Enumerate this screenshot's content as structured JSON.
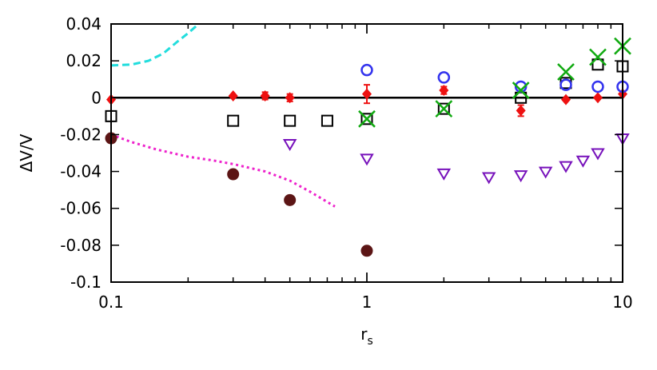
{
  "chart_data": {
    "type": "scatter",
    "title": "",
    "xlabel": "r",
    "xlabel_sub": "s",
    "ylabel": "ΔV/V",
    "xscale": "log",
    "xlim": [
      0.1,
      10
    ],
    "ylim": [
      -0.1,
      0.04
    ],
    "xticks": [
      "0.1",
      "1",
      "10"
    ],
    "yticks": [
      "0.04",
      "0.02",
      "0",
      "-0.02",
      "-0.04",
      "-0.06",
      "-0.08",
      "-0.1"
    ],
    "grid": false,
    "legend": "none",
    "zero_line": true,
    "series": [
      {
        "marker": "diamond",
        "color": "#ee1111",
        "points": [
          [
            0.1,
            -0.001
          ],
          [
            0.3,
            0.001
          ],
          [
            0.4,
            0.001
          ],
          [
            0.5,
            0.0
          ],
          [
            1,
            0.002
          ],
          [
            2,
            0.004
          ],
          [
            4,
            -0.007
          ],
          [
            6,
            -0.001
          ],
          [
            8,
            0.0
          ],
          [
            10,
            0.002
          ]
        ],
        "err": [
          0,
          0,
          0.002,
          0.002,
          0.005,
          0.002,
          0.003,
          0,
          0,
          0
        ]
      },
      {
        "marker": "open-square",
        "color": "#000000",
        "points": [
          [
            0.1,
            -0.01
          ],
          [
            0.3,
            -0.0125
          ],
          [
            0.5,
            -0.0125
          ],
          [
            0.7,
            -0.0125
          ],
          [
            1,
            -0.0115
          ],
          [
            2,
            -0.006
          ],
          [
            4,
            0.0
          ],
          [
            6,
            0.008
          ],
          [
            8,
            0.018
          ],
          [
            10,
            0.017
          ]
        ]
      },
      {
        "marker": "open-circle",
        "color": "#3333ee",
        "points": [
          [
            1,
            0.015
          ],
          [
            2,
            0.011
          ],
          [
            4,
            0.006
          ],
          [
            6,
            0.007
          ],
          [
            8,
            0.006
          ],
          [
            10,
            0.006
          ]
        ]
      },
      {
        "marker": "cross",
        "color": "#11aa11",
        "points": [
          [
            1,
            -0.0115
          ],
          [
            2,
            -0.006
          ],
          [
            4,
            0.004
          ],
          [
            6,
            0.014
          ],
          [
            8,
            0.022
          ],
          [
            10,
            0.028
          ]
        ]
      },
      {
        "marker": "open-triangle-down",
        "color": "#7711bb",
        "points": [
          [
            0.5,
            -0.025
          ],
          [
            1,
            -0.033
          ],
          [
            2,
            -0.041
          ],
          [
            3,
            -0.043
          ],
          [
            4,
            -0.042
          ],
          [
            5,
            -0.04
          ],
          [
            6,
            -0.037
          ],
          [
            7,
            -0.034
          ],
          [
            8,
            -0.03
          ],
          [
            10,
            -0.022
          ]
        ]
      },
      {
        "marker": "filled-circle",
        "color": "#5c1515",
        "points": [
          [
            0.1,
            -0.022
          ],
          [
            0.3,
            -0.0415
          ],
          [
            0.5,
            -0.0555
          ],
          [
            1,
            -0.083
          ]
        ]
      }
    ],
    "curves": [
      {
        "style": "dashed",
        "color": "#22dddd",
        "points": [
          [
            0.1,
            0.0175
          ],
          [
            0.12,
            0.018
          ],
          [
            0.14,
            0.02
          ],
          [
            0.16,
            0.024
          ],
          [
            0.18,
            0.03
          ],
          [
            0.2,
            0.035
          ],
          [
            0.22,
            0.04
          ]
        ]
      },
      {
        "style": "dotted",
        "color": "#ee22cc",
        "points": [
          [
            0.1,
            -0.02
          ],
          [
            0.12,
            -0.024
          ],
          [
            0.15,
            -0.028
          ],
          [
            0.2,
            -0.032
          ],
          [
            0.25,
            -0.034
          ],
          [
            0.3,
            -0.036
          ],
          [
            0.4,
            -0.04
          ],
          [
            0.5,
            -0.045
          ],
          [
            0.6,
            -0.051
          ],
          [
            0.75,
            -0.059
          ]
        ]
      }
    ]
  }
}
